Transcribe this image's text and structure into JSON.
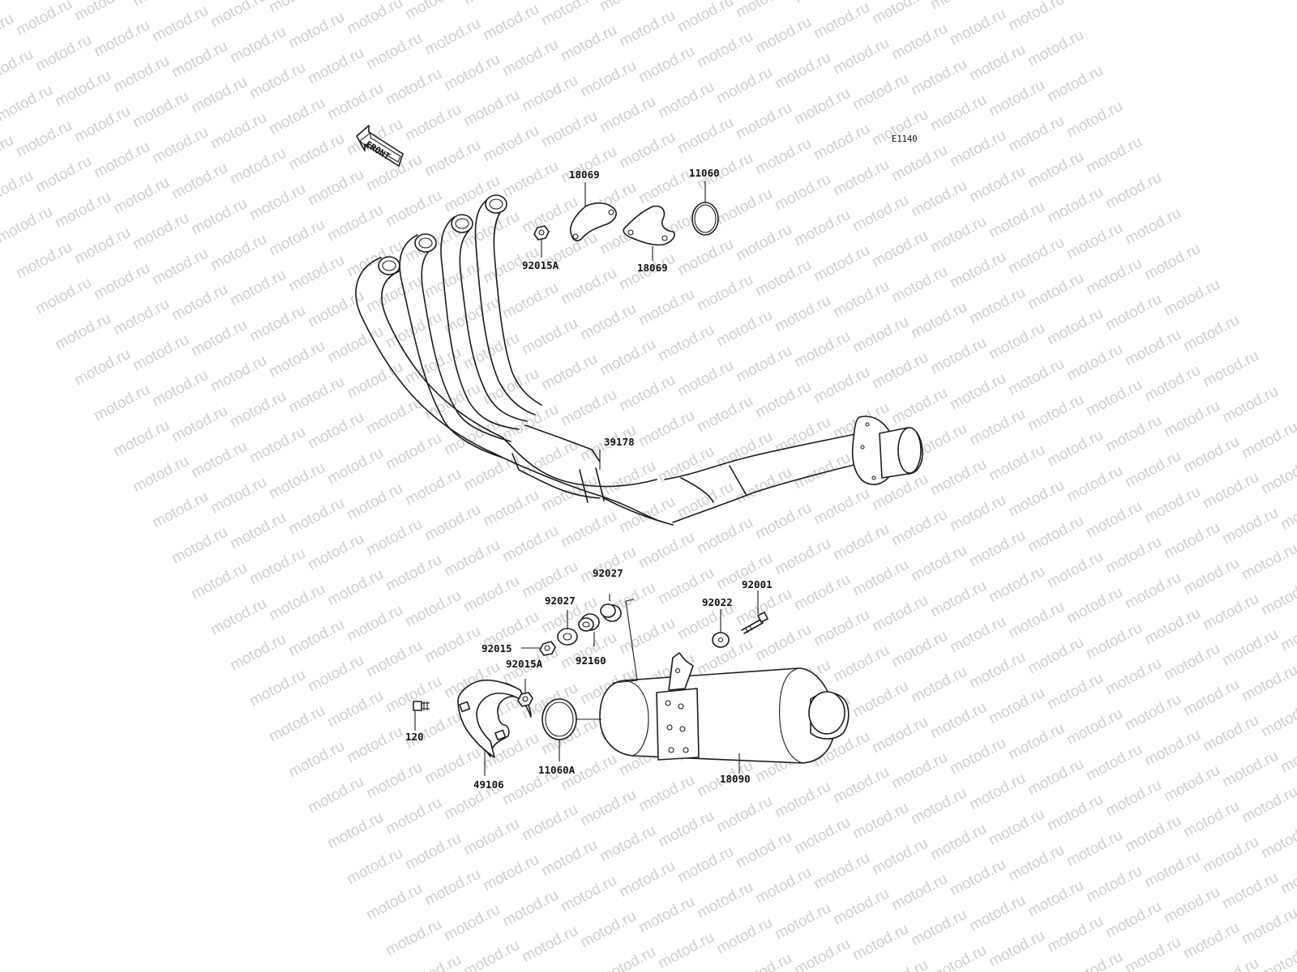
{
  "diagram": {
    "code": "E1140",
    "front_label": "FRONT",
    "watermark": "motod.ru",
    "parts": [
      {
        "id": "p18069a",
        "number": "18069",
        "name": "flange-upper"
      },
      {
        "id": "p11060",
        "number": "11060",
        "name": "gasket"
      },
      {
        "id": "p92015A_top",
        "number": "92015A",
        "name": "nut"
      },
      {
        "id": "p18069b",
        "number": "18069",
        "name": "flange-lower"
      },
      {
        "id": "p39178",
        "number": "39178",
        "name": "exhaust-header"
      },
      {
        "id": "p92027a",
        "number": "92027",
        "name": "collar-upper"
      },
      {
        "id": "p92027b",
        "number": "92027",
        "name": "collar"
      },
      {
        "id": "p92001",
        "number": "92001",
        "name": "bolt"
      },
      {
        "id": "p92022",
        "number": "92022",
        "name": "washer"
      },
      {
        "id": "p92015",
        "number": "92015",
        "name": "nut"
      },
      {
        "id": "p92160",
        "number": "92160",
        "name": "damper"
      },
      {
        "id": "p92015A_bot",
        "number": "92015A",
        "name": "nut"
      },
      {
        "id": "p120",
        "number": "120",
        "name": "bolt"
      },
      {
        "id": "p49106",
        "number": "49106",
        "name": "heat-guard"
      },
      {
        "id": "p11060A",
        "number": "11060A",
        "name": "gasket"
      },
      {
        "id": "p18090",
        "number": "18090",
        "name": "muffler"
      }
    ]
  }
}
